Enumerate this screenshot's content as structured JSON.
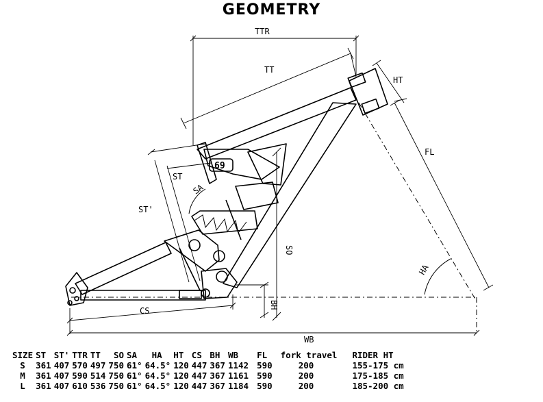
{
  "title": "GEOMETRY",
  "labels": {
    "ttr": "TTR",
    "tt": "TT",
    "ht": "HT",
    "fl": "FL",
    "st": "ST",
    "st_prime": "ST'",
    "sa": "SA",
    "so": "SO",
    "bh": "BH",
    "cs": "CS",
    "wb": "WB",
    "ha": "HA",
    "frame_badge": "69"
  },
  "table": {
    "headers": [
      "SIZE",
      "ST",
      "ST'",
      "TTR",
      "TT",
      "SO",
      "SA",
      "HA",
      "HT",
      "CS",
      "BH",
      "WB",
      "FL",
      "fork travel",
      "RIDER HT"
    ],
    "rows": [
      [
        "S",
        "361",
        "407",
        "570",
        "497",
        "750",
        "61°",
        "64.5°",
        "120",
        "447",
        "367",
        "1142",
        "590",
        "200",
        "155-175 cm"
      ],
      [
        "M",
        "361",
        "407",
        "590",
        "514",
        "750",
        "61°",
        "64.5°",
        "120",
        "447",
        "367",
        "1161",
        "590",
        "200",
        "175-185 cm"
      ],
      [
        "L",
        "361",
        "407",
        "610",
        "536",
        "750",
        "61°",
        "64.5°",
        "120",
        "447",
        "367",
        "1184",
        "590",
        "200",
        "185-200 cm"
      ]
    ]
  }
}
